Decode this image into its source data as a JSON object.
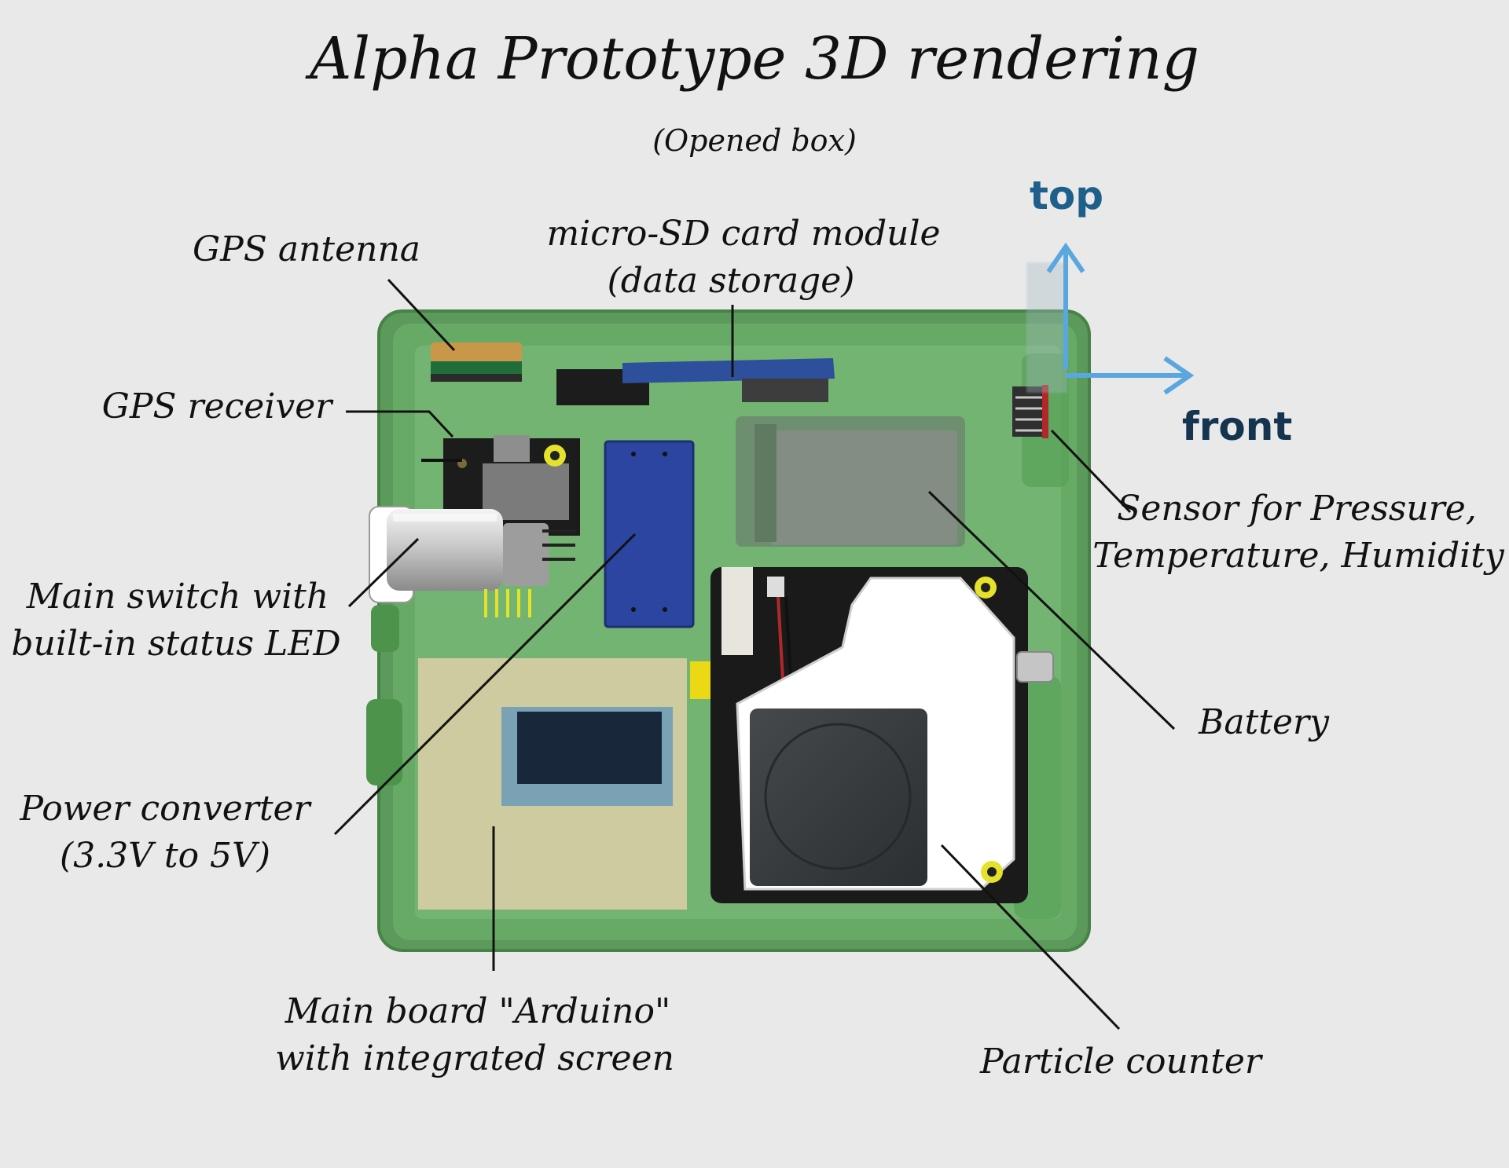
{
  "title": "Alpha Prototype 3D rendering",
  "subtitle": "(Opened box)",
  "axes": {
    "top_label": "top",
    "front_label": "front",
    "top_color": "#1f5f8b",
    "front_color": "#14344f",
    "arrow_color": "#5aa7e0"
  },
  "labels": {
    "gps_antenna": "GPS antenna",
    "microsd_line1": "micro-SD card module",
    "microsd_line2": "(data storage)",
    "gps_receiver": "GPS receiver",
    "sensor_line1": "Sensor for Pressure,",
    "sensor_line2": "Temperature, Humidity",
    "switch_line1": "Main switch with",
    "switch_line2": "built-in status LED",
    "battery": "Battery",
    "power_line1": "Power converter",
    "power_line2": "(3.3V to 5V)",
    "mainboard_line1": "Main board \"Arduino\"",
    "mainboard_line2": "with integrated screen",
    "particle_counter": "Particle counter"
  },
  "colors": {
    "background": "#e9e9e9",
    "enclosure": "#5ea25e",
    "enclosure_dark": "#3f7f3f",
    "board_blue": "#2b45a0",
    "sd_blue": "#2a4a9a",
    "beige_board": "#cfcba0",
    "screen_frame": "#7aa2b5",
    "screen": "#18283a",
    "sensor_white": "#ffffff",
    "fan_dark": "#3a3d40",
    "battery_grey": "#7f8a80"
  }
}
